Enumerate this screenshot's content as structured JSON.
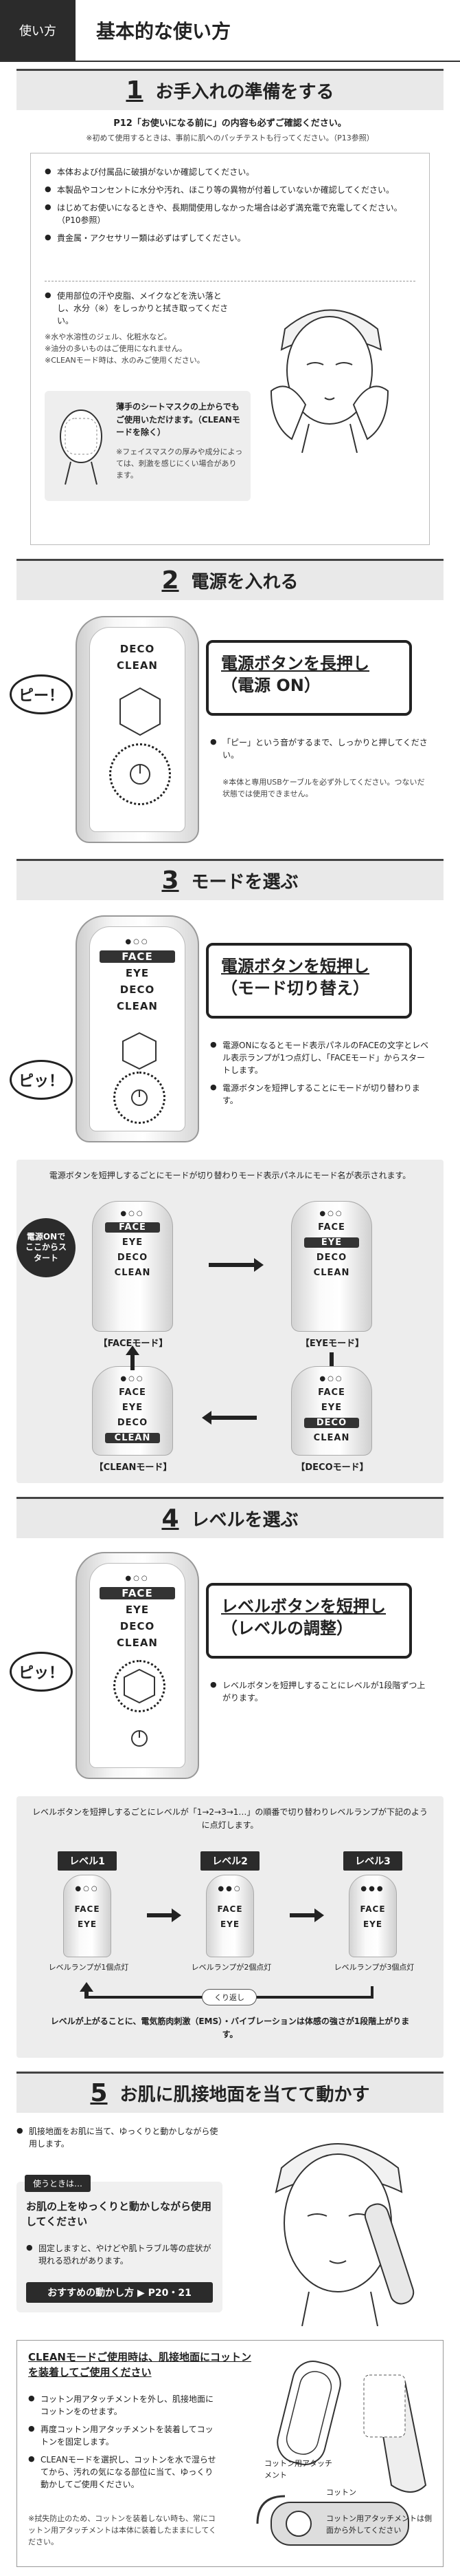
{
  "header": {
    "tab": "使い方",
    "title": "基本的な使い方"
  },
  "s1": {
    "num": "1",
    "title": "お手入れの準備をする",
    "lead": "P12「お使いになる前に」の内容も必ずご確認ください。",
    "lead_sub": "※初めて使用するときは、事前に肌へのパッチテストも行ってください。（P13参照）",
    "items": [
      "本体および付属品に破損がないか確認してください。",
      "本製品やコンセントに水分や汚れ、ほこり等の異物が付着していないか確認してください。",
      "はじめてお使いになるときや、長期間使用しなかった場合は必ず満充電で充電してください。（P10参照）",
      "貴金属・アクセサリー類は必ずはずしてください。"
    ],
    "prep": "使用部位の汗や皮脂、メイクなどを洗い落とし、水分（※）をしっかりと拭き取ってください。",
    "notes": [
      "※水や水溶性のジェル、化粧水など。",
      "※油分の多いものはご使用になれません。",
      "※CLEANモード時は、水のみご使用ください。"
    ],
    "mask_title": "薄手のシートマスクの上からでもご使用いただけます。（CLEANモードを除く）",
    "mask_note": "※フェイスマスクの厚みや成分によっては、刺激を感じにくい場合があります。"
  },
  "s2": {
    "num": "2",
    "title": "電源を入れる",
    "bubble": "ピー！",
    "dev_labels": [
      "DECO",
      "CLEAN"
    ],
    "callout1": "電源ボタンを長押し",
    "callout2": "（電源 ON）",
    "bullet": "「ピー」という音がするまで、しっかりと押してください。",
    "note": "※本体と専用USBケーブルを必ず外してください。つないだ状態では使用できません。"
  },
  "s3": {
    "num": "3",
    "title": "モードを選ぶ",
    "bubble": "ピッ！",
    "dev_labels": [
      "FACE",
      "EYE",
      "DECO",
      "CLEAN"
    ],
    "callout1": "電源ボタンを短押し",
    "callout2": "（モード切り替え）",
    "b1": "電源ONになるとモード表示パネルのFACEの文字とレベル表示ランプが1つ点灯し、「FACEモード」からスタートします。",
    "b2": "電源ボタンを短押しすることにモードが切り替わります。",
    "panel_title": "電源ボタンを短押しするごとにモードが切り替わりモード表示パネルにモード名が表示されます。",
    "start": "電源ONでここからスタート",
    "modes": [
      "【FACEモード】",
      "【EYEモード】",
      "【DECOモード】",
      "【CLEANモード】"
    ]
  },
  "s4": {
    "num": "4",
    "title": "レベルを選ぶ",
    "bubble": "ピッ！",
    "dev_labels": [
      "FACE",
      "EYE",
      "DECO",
      "CLEAN"
    ],
    "callout1": "レベルボタンを短押し",
    "callout2": "（レベルの調整）",
    "bullet": "レベルボタンを短押しすることにレベルが1段階ずつ上がります。",
    "panel_title": "レベルボタンを短押しするごとにレベルが「1→2→3→1…」の順番で切り替わりレベルランプが下記のように点灯します。",
    "levels": [
      {
        "label": "レベル1",
        "caption": "レベルランプが1個点灯"
      },
      {
        "label": "レベル2",
        "caption": "レベルランプが2個点灯"
      },
      {
        "label": "レベル3",
        "caption": "レベルランプが3個点灯"
      }
    ],
    "mini_labels": [
      "FACE",
      "EYE"
    ],
    "loop": "くり返し",
    "footer": "レベルが上がることに、電気筋肉刺激（EMS）・バイブレーションは体感の強さが1段階上がります。"
  },
  "s5": {
    "num": "5",
    "title": "お肌に肌接地面を当てて動かす",
    "bullet": "肌接地面をお肌に当て、ゆっくりと動かしながら使用します。",
    "tip_tab": "使うときは…",
    "tip_title": "お肌の上をゆっくりと動かしながら使用してください",
    "tip_body": "固定しますと、やけどや肌トラブル等の症状が現れる恐れがあります。",
    "tip_btn": "おすすめの動かし方 ▶ P20・21",
    "clean_title": "CLEANモードご使用時は、肌接地面にコットンを装着してご使用ください",
    "clean_items": [
      "コットン用アタッチメントを外し、肌接地面にコットンをのせます。",
      "再度コットン用アタッチメントを装着してコットンを固定します。",
      "CLEANモードを選択し、コットンを水で湿らせてから、汚れの気になる部位に当て、ゆっくり動かしてご使用ください。"
    ],
    "clean_note": "※拭失防止のため、コットンを装着しない時も、常にコットン用アタッチメントは本体に装着したままにしてください。",
    "label_attach": "コットン用アタッチメント",
    "label_cotton": "コットン",
    "label_side": "コットン用アタッチメントは側面から外してください"
  }
}
